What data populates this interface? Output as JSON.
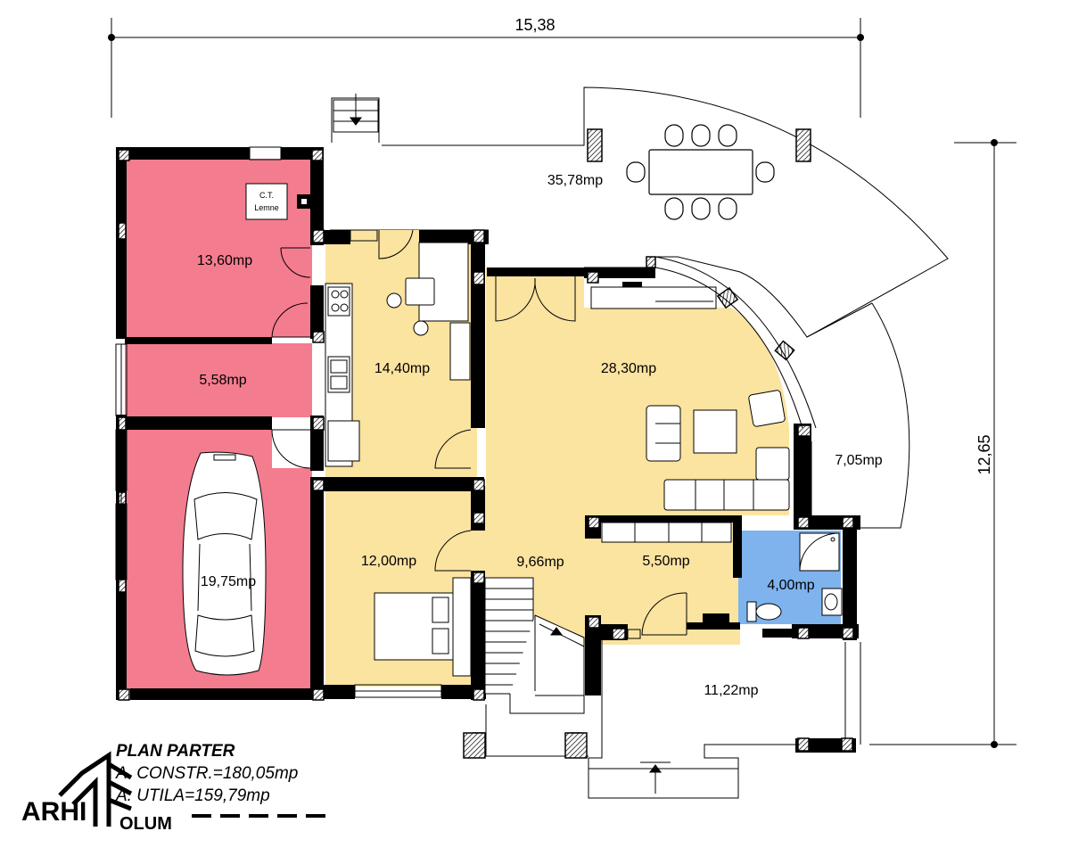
{
  "dimensions": {
    "width_label": "15,38",
    "height_label": "12,65"
  },
  "rooms": {
    "terrace_top": "35,78mp",
    "boiler_room": "13,60mp",
    "boiler_label_1": "C.T.",
    "boiler_label_2": "Lemne",
    "hall_garage": "5,58mp",
    "garage": "19,75mp",
    "kitchen": "14,40mp",
    "living": "28,30mp",
    "terrace_right": "7,05mp",
    "bedroom": "12,00mp",
    "hallway": "9,66mp",
    "closet": "5,50mp",
    "bathroom": "4,00mp",
    "porch": "11,22mp"
  },
  "title_block": {
    "heading": "PLAN PARTER",
    "built_area": "A. CONSTR.=180,05mp",
    "usable_area": "A. UTILA=159,79mp"
  },
  "logo": {
    "text_left": "ARHI",
    "text_right": "OLUM",
    "icon": "building-logo-icon"
  },
  "colors": {
    "garage_fill": "#f47c8f",
    "living_fill": "#fbe3a0",
    "bath_fill": "#7fb3ee",
    "wall": "#000000"
  }
}
